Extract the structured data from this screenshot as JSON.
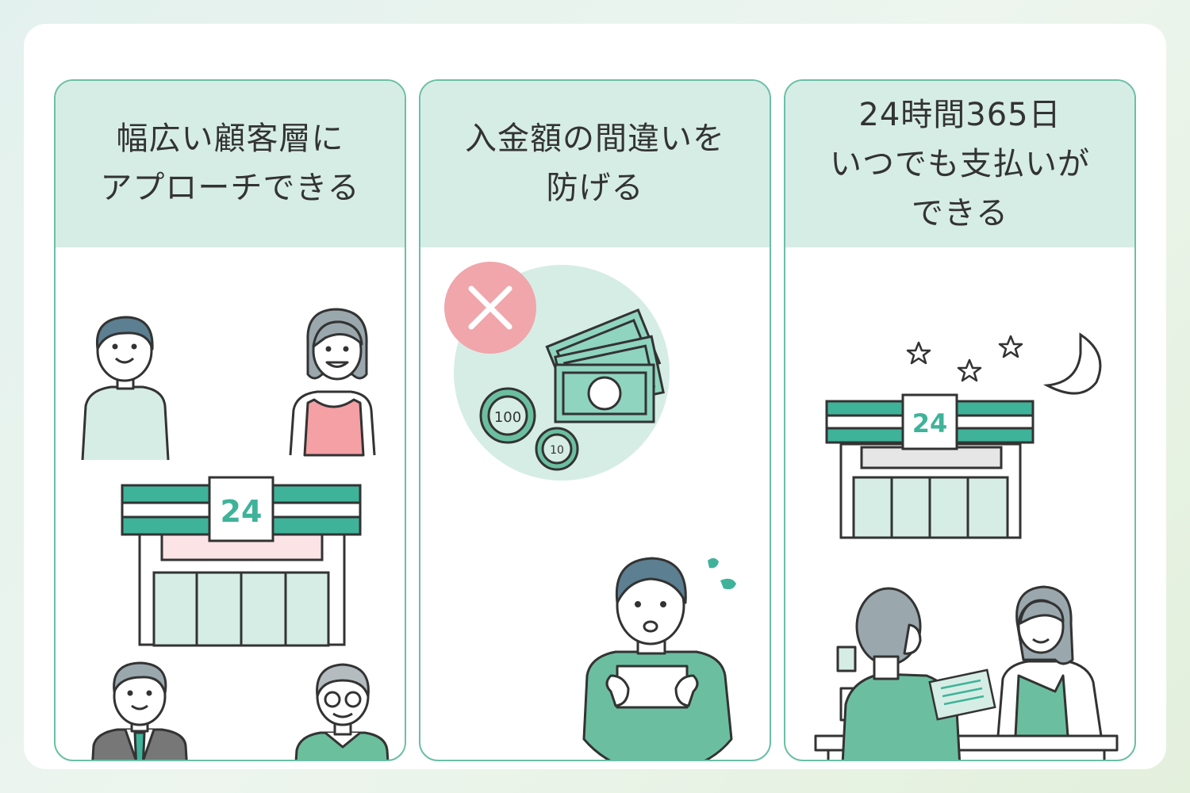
{
  "panels": [
    {
      "title_lines": [
        "幅広い顧客層に",
        "アプローチできる"
      ],
      "store_sign": "24"
    },
    {
      "title_lines": [
        "入金額の間違いを",
        "防げる"
      ],
      "coin_large": "100",
      "coin_small": "10"
    },
    {
      "title_lines": [
        "24時間365日",
        "いつでも支払いが",
        "できる"
      ],
      "store_sign": "24"
    }
  ],
  "colors": {
    "green": "#3fb39a",
    "light_green": "#d6ede5",
    "panel_border": "#6bbfa6",
    "pink": "#f4a0a5",
    "line": "#333333"
  }
}
